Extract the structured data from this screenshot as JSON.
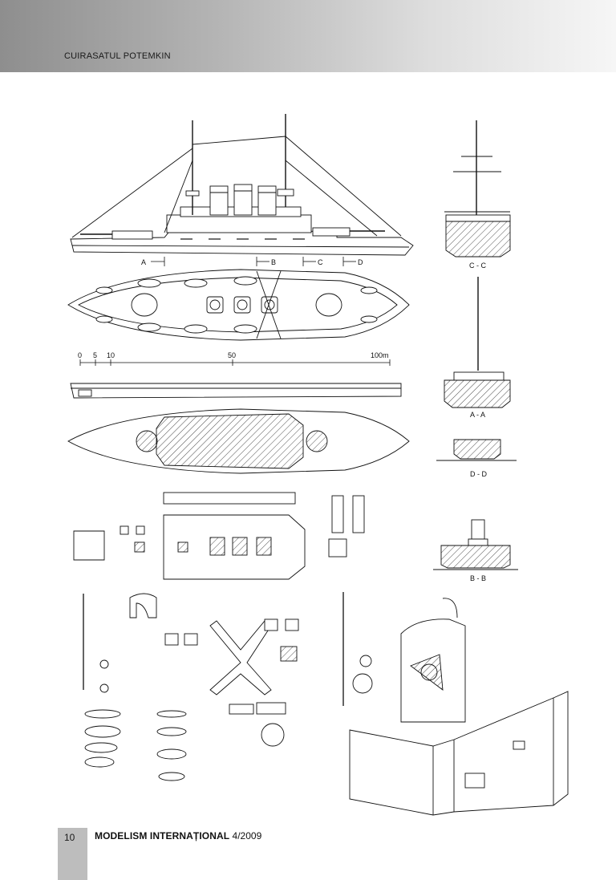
{
  "header": {
    "title": "CUIRASATUL POTEMKIN"
  },
  "drawing": {
    "section_labels": {
      "a_marker": "A",
      "b_marker": "B",
      "c_marker": "C",
      "d_marker": "D",
      "cc": "C - C",
      "aa": "A - A",
      "dd": "D - D",
      "bb": "B - B"
    },
    "scale": {
      "t0": "0",
      "t5": "5",
      "t10": "10",
      "t50": "50",
      "t100": "100m"
    }
  },
  "footer": {
    "page_number": "10",
    "magazine_name": "MODELISM INTERNAȚIONAL",
    "issue": "4/2009"
  }
}
